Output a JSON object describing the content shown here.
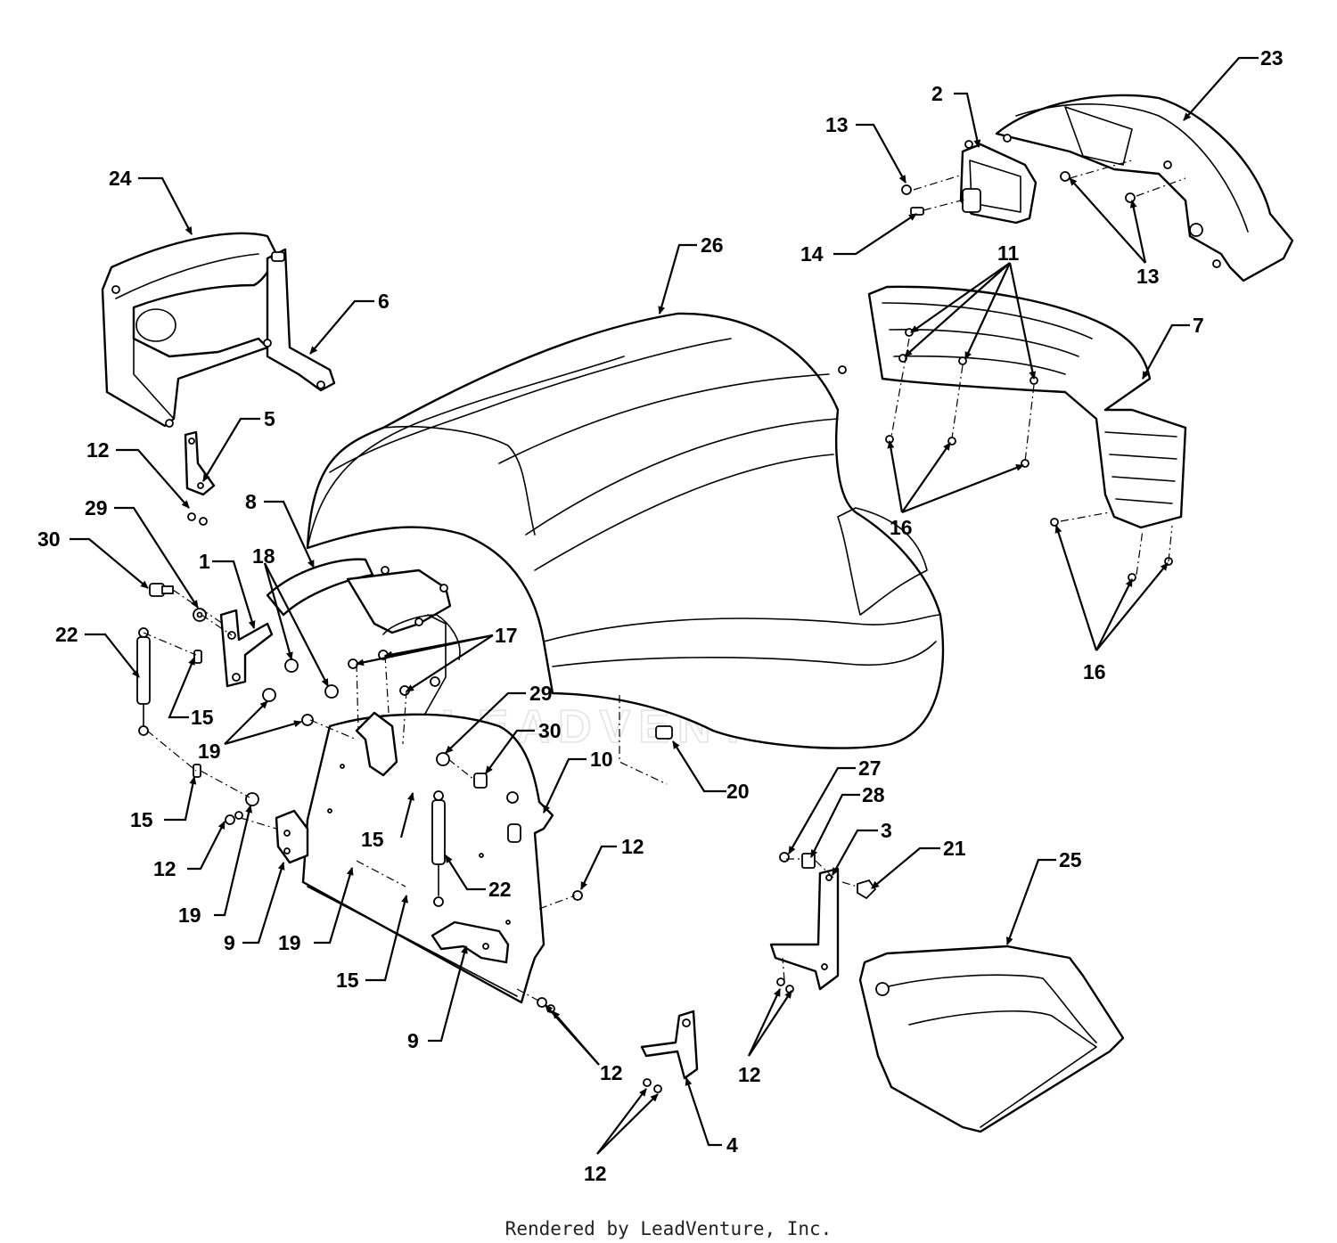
{
  "diagram": {
    "callouts": [
      "1",
      "2",
      "3",
      "4",
      "5",
      "6",
      "7",
      "8",
      "9",
      "10",
      "11",
      "12",
      "13",
      "14",
      "15",
      "16",
      "17",
      "18",
      "19",
      "20",
      "21",
      "22",
      "23",
      "24",
      "25",
      "26",
      "27",
      "28",
      "29",
      "30"
    ],
    "footer": "Rendered by LeadVenture, Inc.",
    "watermark": "LEADVENTURE"
  }
}
